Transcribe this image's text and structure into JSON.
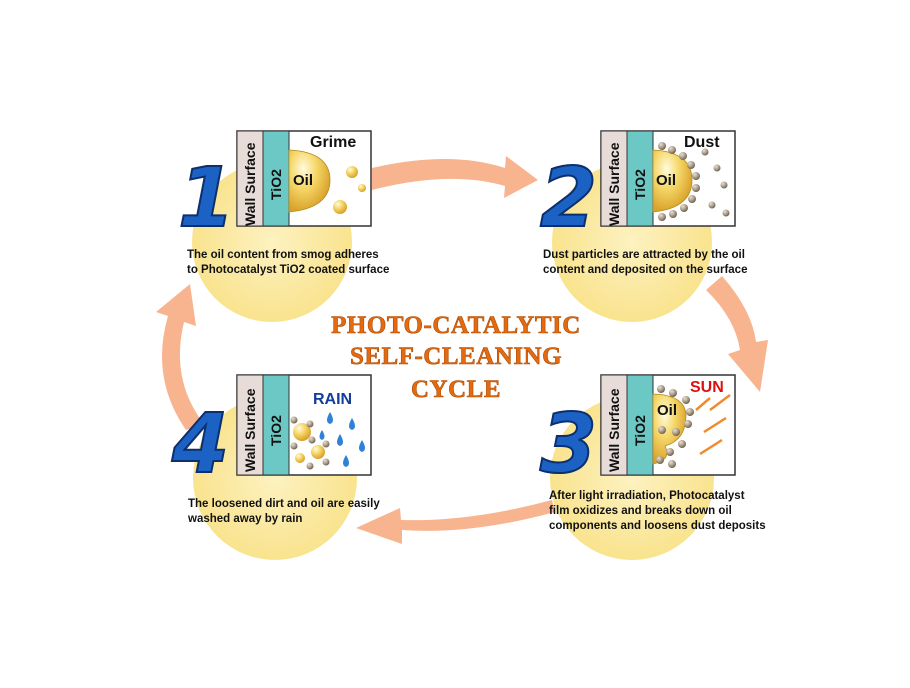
{
  "title": {
    "line1": "PHOTO-CATALYTIC",
    "line2": "SELF-CLEANING",
    "line3": "CYCLE"
  },
  "panel_labels": {
    "wall": "Wall Surface",
    "tio2": "TiO2",
    "oil": "Oil"
  },
  "steps": [
    {
      "number": "1",
      "label": "Grime",
      "caption_line1": "The oil content from smog adheres",
      "caption_line2": "to Photocatalyst TiO2 coated surface",
      "caption_line3": ""
    },
    {
      "number": "2",
      "label": "Dust",
      "caption_line1": "Dust particles are attracted by the oil",
      "caption_line2": "content and deposited on the surface",
      "caption_line3": ""
    },
    {
      "number": "3",
      "label": "SUN",
      "caption_line1": "After light irradiation, Photocatalyst",
      "caption_line2": "film oxidizes and breaks down oil",
      "caption_line3": "components and loosens dust deposits"
    },
    {
      "number": "4",
      "label": "RAIN",
      "caption_line1": "The loosened dirt and oil are easily",
      "caption_line2": "washed away by rain",
      "caption_line3": ""
    }
  ],
  "colors": {
    "circle": "#fbeaa0",
    "arrow": "#f7b48f",
    "tio2": "#6cc8c4",
    "wall": "#e8dcd8",
    "number": "#1b62c4",
    "title": "#e36a10",
    "sun_label": "#e01010",
    "rain_label": "#143c9c",
    "dust": "#a89a88",
    "oil": "#f2c94c"
  }
}
